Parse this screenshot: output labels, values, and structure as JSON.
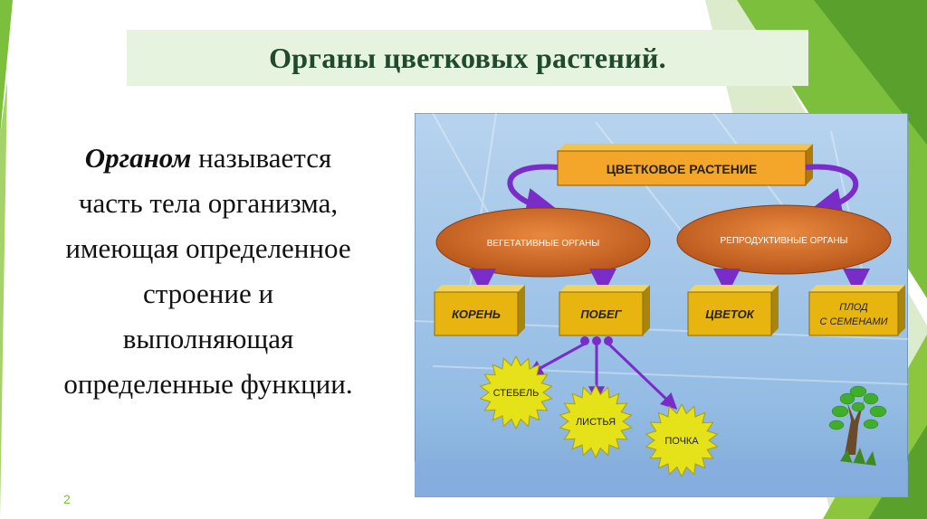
{
  "slide": {
    "title": "Органы цветковых растений.",
    "page_number": "2"
  },
  "definition": {
    "term": "Органом",
    "rest_first_line": " называется",
    "lines": [
      "часть тела организма,",
      "имеющая определенное",
      "строение и",
      "выполняющая",
      "определенные функции."
    ]
  },
  "diagram": {
    "root": "ЦВЕТКОВОЕ РАСТЕНИЕ",
    "groups": {
      "vegetative": "ВЕГЕТАТИВНЫЕ ОРГАНЫ",
      "reproductive": "РЕПРОДУКТИВНЫЕ ОРГАНЫ"
    },
    "organs": {
      "root": "КОРЕНЬ",
      "shoot": "ПОБЕГ",
      "flower": "ЦВЕТОК",
      "fruit_line1": "ПЛОД",
      "fruit_line2": "С СЕМЕНАМИ"
    },
    "shoot_parts": {
      "stem": "СТЕБЕЛЬ",
      "leaves": "ЛИСТЬЯ",
      "bud": "ПОЧКА"
    }
  },
  "colors": {
    "title_bg": "#e6f3df",
    "title_text": "#1f4a2b",
    "accent_green": "#7cbf3c",
    "box_yellow": "#e8b510",
    "oval_orange": "#cf6a25",
    "arrow_purple": "#7a2cc8",
    "star_yellow": "#e6e21a",
    "diagram_bg": "#9fc3e8"
  }
}
